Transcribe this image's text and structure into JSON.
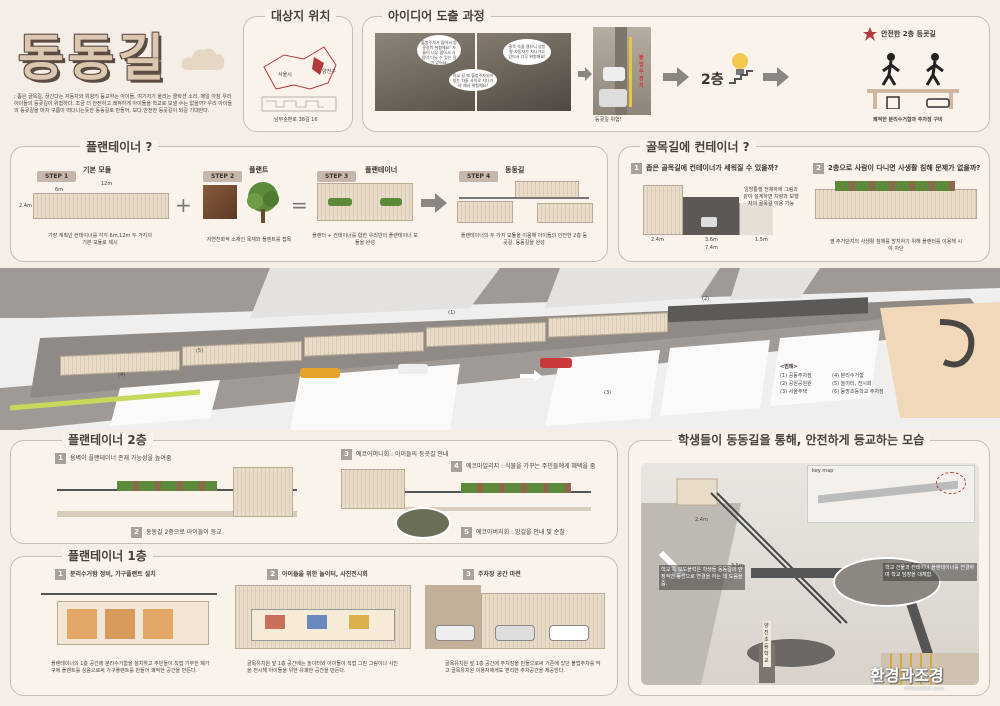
{
  "title": {
    "main": "동동길"
  },
  "intro": {
    "text": "; 좁은 골목길, 끊긴다는 자동차와 위양키 등교하는 아이들, 여기저기 울리는 클락션 소리, 매일 아침 우리 아이들의 등굣길이 위험하다. 조금 더 안전하고 쾌적하게 아이들을 학교로 보낼 수는 없을까? 우리 아이들의 등굣길을 마치 구름이 떠다니는듯한 동동길로 만들어, 보다 안전한 등굣길이 되길 기대한다."
  },
  "site": {
    "title": "대상지 위치",
    "caption": "남부순환로 38길 16",
    "map_labels": [
      "서울시",
      "양천구"
    ]
  },
  "idea": {
    "title": "아이디어 도출 과정",
    "bubbles": [
      "불법주차가 많아서 등굣길이 위험해요! 차들이 너무 많아서 사람이 다닐 수 있는 길이 없어요.",
      "골목 속을 걸으니 양방향 자동차가 지나가고 있어서 너무 위험해요!",
      "학교 갈 때 불법주차되어 있는 차들 사이로 지나가야 해서 위험해요!"
    ],
    "photo1_caption": "등굣길 위험!",
    "street_text": "불법주정차",
    "floor_label": "2층",
    "safe_label": "안전한 2층 등굣길",
    "bottom_label": "쾌적한 분리수거함과 주차장 구비"
  },
  "planter": {
    "title": "플랜테이너 ?",
    "steps": [
      {
        "badge": "STEP 1",
        "name": "기본 모듈",
        "desc": "가장 계획인 컨테이너를 각각 6m,12m 두 가지의 기본 모듈로 제시",
        "dims": [
          "12m",
          "6m",
          "2.4m"
        ]
      },
      {
        "badge": "STEP 2",
        "name": "플랜트",
        "desc": "자연친화적 소재인 목재와 플랜트를 접목"
      },
      {
        "badge": "STEP 3",
        "name": "플랜테이너",
        "desc": "플랜터 + 컨테이너를 합한 우리만의 플랜테이너 모듈을 완성"
      },
      {
        "badge": "STEP 4",
        "name": "동동길",
        "desc": "플랜테이너의 두 가지 모듈을 이용해 아이들의 안전한 2층 등굣길, 동동길을 완성"
      }
    ]
  },
  "alley": {
    "title": "골목길에 컨테이너 ?",
    "q1": "좁은 골목길에 컨테이너가 세워질 수 있을까?",
    "q2": "2층으로 사람이 다니면 사생활 침해 문제가 없을까?",
    "a1": "일방통행 전제하에 그림과 같이 설계하면 차량과 보행자의 골목길 이용 가능",
    "a2": "옆 주거단지의 사생활 침해를 방지하기 위해 플랜터를 이용해 시야 차단",
    "dims": [
      "2.4m",
      "3.6m",
      "1.5m",
      "7.4m"
    ]
  },
  "main_view": {
    "labels": [
      "(1)",
      "(2)",
      "(3)",
      "(4)",
      "(5)"
    ],
    "legend_title": "<범례>",
    "legend": [
      "(1) 공동주차장",
      "(2) 공원공원원",
      "(3) 서울주택",
      "(4) 분리수거함",
      "(5) 놀이터, 전시회",
      "(6) 동명초등학교 주차장"
    ]
  },
  "floor2": {
    "title": "플랜테이너 2층",
    "items": [
      {
        "num": "1",
        "text": "용벽이 플랜테이너 존재 가능성을 높여줌"
      },
      {
        "num": "2",
        "text": "동동길 2층으로 아이들이 등교"
      },
      {
        "num": "3",
        "text": "에코어머니회 : 아이들의 등굣길 안내"
      },
      {
        "num": "4",
        "text": "에코마일리지 : 식물을 가꾸는 주민들에게 혜택을 줌"
      },
      {
        "num": "5",
        "text": "에코아버지회 : 밤길을 안내 및 순찰"
      }
    ]
  },
  "floor1": {
    "title": "플랜테이너 1층",
    "items": [
      {
        "num": "1",
        "title": "분리수거함 정비, 가구플랜트 설치",
        "desc": "플랜테이너의 1층 공간에 분리수거함을 설치하고 주민들이 직접 기부한 폐가구에 플랜트를 심음으로써 가구플랜트를 만들어 쾌적한 공간을 만든다."
      },
      {
        "num": "2",
        "title": "아이들을 위한 놀이터, 사진전시회",
        "desc": "골목유치원 앞 1층 공간에는 놀이터와 아이들이 직접 그린 그림이나 사진을 전시해 아이들을 위한 유쾌한 공간을 만든다."
      },
      {
        "num": "3",
        "title": "주차장 공간 마련",
        "desc": "골목유치원 앞 1층 공간에 주차장을 만들으로써 기존에 있던 불법주차를 막고 골목유치원 이용자에게도 편리한 주차공간을 제공한다."
      }
    ]
  },
  "school": {
    "title": "학생들이 동동길을 통해, 안전하게 등교하는 모습",
    "key_map": "key map",
    "dims": [
      "2.4m",
      "3.5m"
    ],
    "left_note": "학교 쪽 보도블럭은 학생들 동동길의 안정적인 동선으로 연결을 하는 데 도움을 줌.",
    "right_note": "학교 건물과 컨테이너 플랜테이너를 연결하며 학교 담장을 대체함.",
    "sign": "양천초등학교"
  },
  "watermark": {
    "text": "환경과조경",
    "url": "www.lafent.com"
  },
  "colors": {
    "bg": "#f4eee6",
    "panel": "#f9f3ec",
    "accent": "#b23a3a",
    "title_fill": "#d8c2ab"
  }
}
